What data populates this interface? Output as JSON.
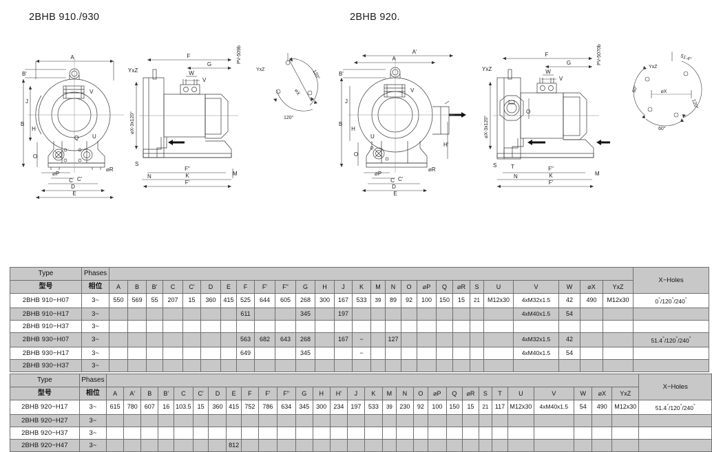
{
  "titles": {
    "left": "2BHB 910./930",
    "right": "2BHB 920."
  },
  "drawings": {
    "panel1": {
      "name": "2BHB 910/930 front view",
      "labels": [
        "A",
        "B'",
        "J",
        "B",
        "H",
        "O",
        "V",
        "Q",
        "U",
        "⌀P",
        "C'",
        "C",
        "D",
        "E",
        "⌀R"
      ]
    },
    "panel2": {
      "name": "2BHB 910/930 side view",
      "code": "PV-509b",
      "labels": [
        "F",
        "G",
        "W",
        "V",
        "YxZ",
        "⌀X-3x120°",
        "S",
        "N",
        "F\"",
        "K",
        "M",
        "F'"
      ]
    },
    "panel3": {
      "name": "2BHB 910/930 bolt circle",
      "labels": [
        "YxZ",
        "⌀X",
        "120°",
        "120°"
      ]
    },
    "panel4": {
      "name": "2BHB 920 front view",
      "labels": [
        "A'",
        "A",
        "B'",
        "J",
        "B",
        "H",
        "O",
        "V",
        "U",
        "H'",
        "⌀P",
        "C'",
        "C",
        "D",
        "E",
        "⌀R"
      ]
    },
    "panel5": {
      "name": "2BHB 920 side view",
      "code": "PV-5070b",
      "labels": [
        "F",
        "G",
        "W",
        "V",
        "YxZ",
        "⌀X-3x120°",
        "O",
        "S",
        "T",
        "N",
        "F\"",
        "K",
        "M",
        "F'"
      ]
    },
    "panel6": {
      "name": "2BHB 920 bolt circle",
      "labels": [
        "YxZ",
        "⌀X",
        "51.4°",
        "120°",
        "60°",
        "60°"
      ]
    }
  },
  "table1": {
    "caption": "2BHB 910 / 930 dimensions",
    "header_top": {
      "type": "Type",
      "phases": "Phases",
      "xholes": "X−Holes"
    },
    "header_second": {
      "type": "型号",
      "phases": "相位"
    },
    "columns": [
      "A",
      "B",
      "B'",
      "C",
      "C'",
      "D",
      "E",
      "F",
      "F'",
      "F\"",
      "G",
      "H",
      "J",
      "K",
      "M",
      "N",
      "O",
      "⌀P",
      "Q",
      "⌀R",
      "S",
      "U",
      "V",
      "W",
      "⌀X",
      "YxZ"
    ],
    "rows": [
      {
        "type": "2BHB 910−H07",
        "phases": "3~",
        "values": [
          "550",
          "569",
          "55",
          "207",
          "15",
          "360",
          "415",
          "525",
          "644",
          "605",
          "268",
          "300",
          "167",
          "533",
          "39",
          "89",
          "92",
          "100",
          "150",
          "15",
          "21",
          "M12x30",
          "4xM32x1.5",
          "42",
          "490",
          "M12x30"
        ],
        "xholes": "0°/120°/240°"
      },
      {
        "type": "2BHB 910−H17",
        "phases": "3~",
        "values": [
          "",
          "",
          "",
          "",
          "",
          "",
          "",
          "611",
          "",
          "",
          "345",
          "",
          "197",
          "",
          "",
          "",
          "",
          "",
          "",
          "",
          "",
          "",
          "4xM40x1.5",
          "54",
          "",
          ""
        ],
        "xholes": ""
      },
      {
        "type": "2BHB 910−H37",
        "phases": "3~",
        "values": [
          "",
          "",
          "",
          "",
          "",
          "",
          "",
          "",
          "",
          "",
          "",
          "",
          "",
          "",
          "",
          "",
          "",
          "",
          "",
          "",
          "",
          "",
          "",
          "",
          "",
          ""
        ],
        "xholes": ""
      },
      {
        "type": "2BHB 930−H07",
        "phases": "3~",
        "values": [
          "",
          "",
          "",
          "",
          "",
          "",
          "",
          "563",
          "682",
          "643",
          "268",
          "",
          "167",
          "−",
          "",
          "127",
          "",
          "",
          "",
          "",
          "",
          "",
          "4xM32x1.5",
          "42",
          "",
          ""
        ],
        "xholes": "51.4°/120°/240°"
      },
      {
        "type": "2BHB 930−H17",
        "phases": "3~",
        "values": [
          "",
          "",
          "",
          "",
          "",
          "",
          "",
          "649",
          "",
          "",
          "345",
          "",
          "",
          "−",
          "",
          "",
          "",
          "",
          "",
          "",
          "",
          "",
          "4xM40x1.5",
          "54",
          "",
          ""
        ],
        "xholes": ""
      },
      {
        "type": "2BHB 930−H37",
        "phases": "3~",
        "values": [
          "",
          "",
          "",
          "",
          "",
          "",
          "",
          "",
          "",
          "",
          "",
          "",
          "",
          "",
          "",
          "",
          "",
          "",
          "",
          "",
          "",
          "",
          "",
          "",
          "",
          ""
        ],
        "xholes": ""
      }
    ]
  },
  "table2": {
    "caption": "2BHB 920 dimensions",
    "header_top": {
      "type": "Type",
      "phases": "Phases",
      "xholes": "X−Holes"
    },
    "header_second": {
      "type": "型号",
      "phases": "相位"
    },
    "columns": [
      "A",
      "A'",
      "B",
      "B'",
      "C",
      "C'",
      "D",
      "E",
      "F",
      "F'",
      "F\"",
      "G",
      "H",
      "H'",
      "J",
      "K",
      "M",
      "N",
      "O",
      "⌀P",
      "Q",
      "⌀R",
      "S",
      "T",
      "U",
      "V",
      "W",
      "⌀X",
      "YxZ"
    ],
    "rows": [
      {
        "type": "2BHB 920−H17",
        "phases": "3~",
        "values": [
          "615",
          "780",
          "607",
          "16",
          "103.5",
          "15",
          "360",
          "415",
          "752",
          "786",
          "634",
          "345",
          "300",
          "234",
          "197",
          "533",
          "39",
          "230",
          "92",
          "100",
          "150",
          "15",
          "21",
          "117",
          "M12x30",
          "4xM40x1.5",
          "54",
          "490",
          "M12x30"
        ],
        "xholes": "51.4°/120°/240°"
      },
      {
        "type": "2BHB 920−H27",
        "phases": "3~",
        "values": [
          "",
          "",
          "",
          "",
          "",
          "",
          "",
          "",
          "",
          "",
          "",
          "",
          "",
          "",
          "",
          "",
          "",
          "",
          "",
          "",
          "",
          "",
          "",
          "",
          "",
          "",
          "",
          "",
          ""
        ],
        "xholes": ""
      },
      {
        "type": "2BHB 920−H37",
        "phases": "3~",
        "values": [
          "",
          "",
          "",
          "",
          "",
          "",
          "",
          "",
          "",
          "",
          "",
          "",
          "",
          "",
          "",
          "",
          "",
          "",
          "",
          "",
          "",
          "",
          "",
          "",
          "",
          "",
          "",
          "",
          ""
        ],
        "xholes": ""
      },
      {
        "type": "2BHB 920−H47",
        "phases": "3~",
        "values": [
          "",
          "",
          "",
          "",
          "",
          "",
          "",
          "812",
          "",
          "",
          "",
          "",
          "",
          "",
          "",
          "",
          "",
          "",
          "",
          "",
          "",
          "",
          "",
          "",
          "",
          "",
          "",
          "",
          ""
        ],
        "xholes": ""
      }
    ]
  },
  "colors": {
    "header_fill": "#c8c8c8",
    "row_alt_fill": "#c8c8c8",
    "border": "#6e6e6e",
    "text": "#1a1a1a",
    "drawing_line": "#333333"
  }
}
